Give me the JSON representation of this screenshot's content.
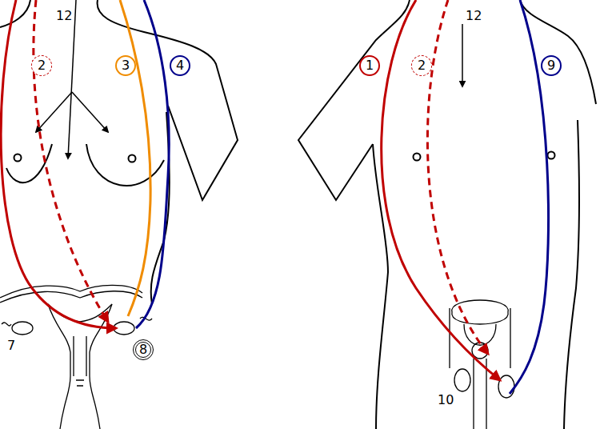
{
  "diagram": {
    "nodes": [
      {
        "text": [
          "2"
        ]
      },
      {
        "text": [
          "3"
        ]
      },
      {
        "text": [
          "4"
        ]
      },
      {
        "text": [
          "1"
        ]
      },
      {
        "text": [
          "2"
        ]
      },
      {
        "text": [
          "9"
        ]
      },
      {
        "text": [
          "8"
        ]
      }
    ],
    "labels": [
      "12",
      "7",
      "12",
      "10"
    ]
  }
}
